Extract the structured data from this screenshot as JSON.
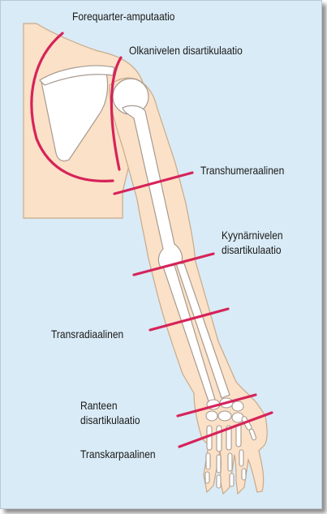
{
  "labels": {
    "forequarter": "Forequarter-amputaatio",
    "shoulder": "Olkanivelen disartikulaatio",
    "transhumeral": "Transhumeraalinen",
    "elbow_line1": "Kyynärnivelen",
    "elbow_line2": "disartikulaatio",
    "transradial": "Transradiaalinen",
    "wrist_line1": "Ranteen",
    "wrist_line2": "disartikulaatio",
    "transcarpal": "Transkarpaalinen"
  },
  "colors": {
    "background": "#d9ebf6",
    "skin": "#fbe1c7",
    "outline": "#c9a98a",
    "bone": "#ffffff",
    "bone_outline": "#a79a90",
    "amputation_line": "#d6235a"
  }
}
